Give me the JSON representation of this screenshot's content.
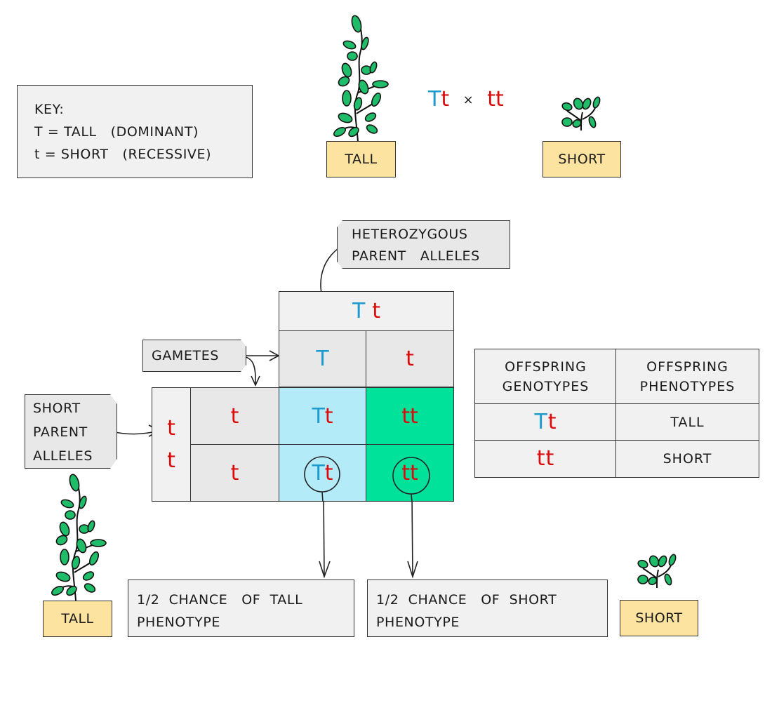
{
  "key": {
    "title": "KEY:",
    "line1": "T = TALL   (DOMINANT)",
    "line2": "t = SHORT   (RECESSIVE)"
  },
  "cross": {
    "parent1": {
      "dominant": "T",
      "recessive": "t",
      "phenotype": "TALL"
    },
    "symbol": "×",
    "parent2": {
      "allele1": "t",
      "allele2": "t",
      "phenotype": "SHORT"
    }
  },
  "colors": {
    "dominant_allele": "#1d9bd1",
    "recessive_allele": "#dd0a0a",
    "tall_offspring_cell": "#b3ecf8",
    "short_offspring_cell": "#00e19a",
    "label_fill": "#fde3a0",
    "box_fill": "#f1f1f1"
  },
  "callouts": {
    "heterozygous": {
      "line1": "HETEROZYGOUS",
      "line2": "PARENT   ALLELES"
    },
    "gametes": "GAMETES",
    "short_parent": {
      "line1": "SHORT",
      "line2": "PARENT",
      "line3": "ALLELES"
    }
  },
  "punnett": {
    "top_parent": {
      "a": "T",
      "b": "t"
    },
    "top_gametes": [
      "T",
      "t"
    ],
    "side_parent": [
      "t",
      "t"
    ],
    "side_gametes": [
      "t",
      "t"
    ],
    "offspring": [
      [
        {
          "a": "T",
          "b": "t"
        },
        {
          "a": "t",
          "b": "t"
        }
      ],
      [
        {
          "a": "T",
          "b": "t"
        },
        {
          "a": "t",
          "b": "t"
        }
      ]
    ]
  },
  "offspring_table": {
    "headers": [
      {
        "line1": "OFFSPRING",
        "line2": "GENOTYPES"
      },
      {
        "line1": "OFFSPRING",
        "line2": "PHENOTYPES"
      }
    ],
    "rows": [
      {
        "genotype_a": "T",
        "genotype_b": "t",
        "phenotype": "TALL"
      },
      {
        "genotype_a": "t",
        "genotype_b": "t",
        "phenotype": "SHORT"
      }
    ]
  },
  "outcomes": {
    "tall": {
      "line1": "1/2  CHANCE   OF  TALL",
      "line2": "PHENOTYPE",
      "label": "TALL",
      "probability": 0.5
    },
    "short": {
      "line1": "1/2  CHANCE   OF  SHORT",
      "line2": "PHENOTYPE",
      "label": "SHORT",
      "probability": 0.5
    }
  }
}
